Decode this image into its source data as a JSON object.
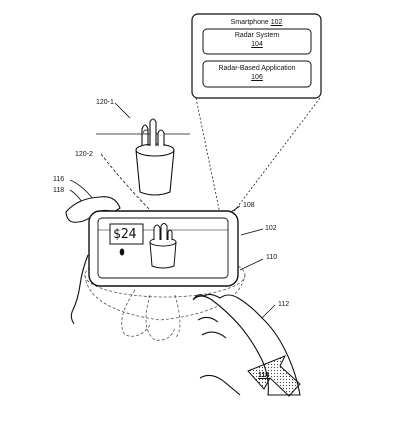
{
  "figure": {
    "smartphone_box": {
      "title": "Smartphone",
      "ref": "102"
    },
    "radar_system_box": {
      "title": "Radar System",
      "ref": "104"
    },
    "radar_app_box": {
      "title": "Radar-Based Application",
      "ref": "106"
    },
    "price_display": "$24",
    "labels": {
      "l120_1": "120-1",
      "l120_2": "120-2",
      "l116": "116",
      "l118": "118",
      "l108": "108",
      "l102": "102",
      "l110": "110",
      "l112": "112",
      "l114": "114"
    }
  },
  "colors": {
    "ink": "#111111",
    "dim": "#888888",
    "arrow_fill": "#9a9a9a"
  }
}
